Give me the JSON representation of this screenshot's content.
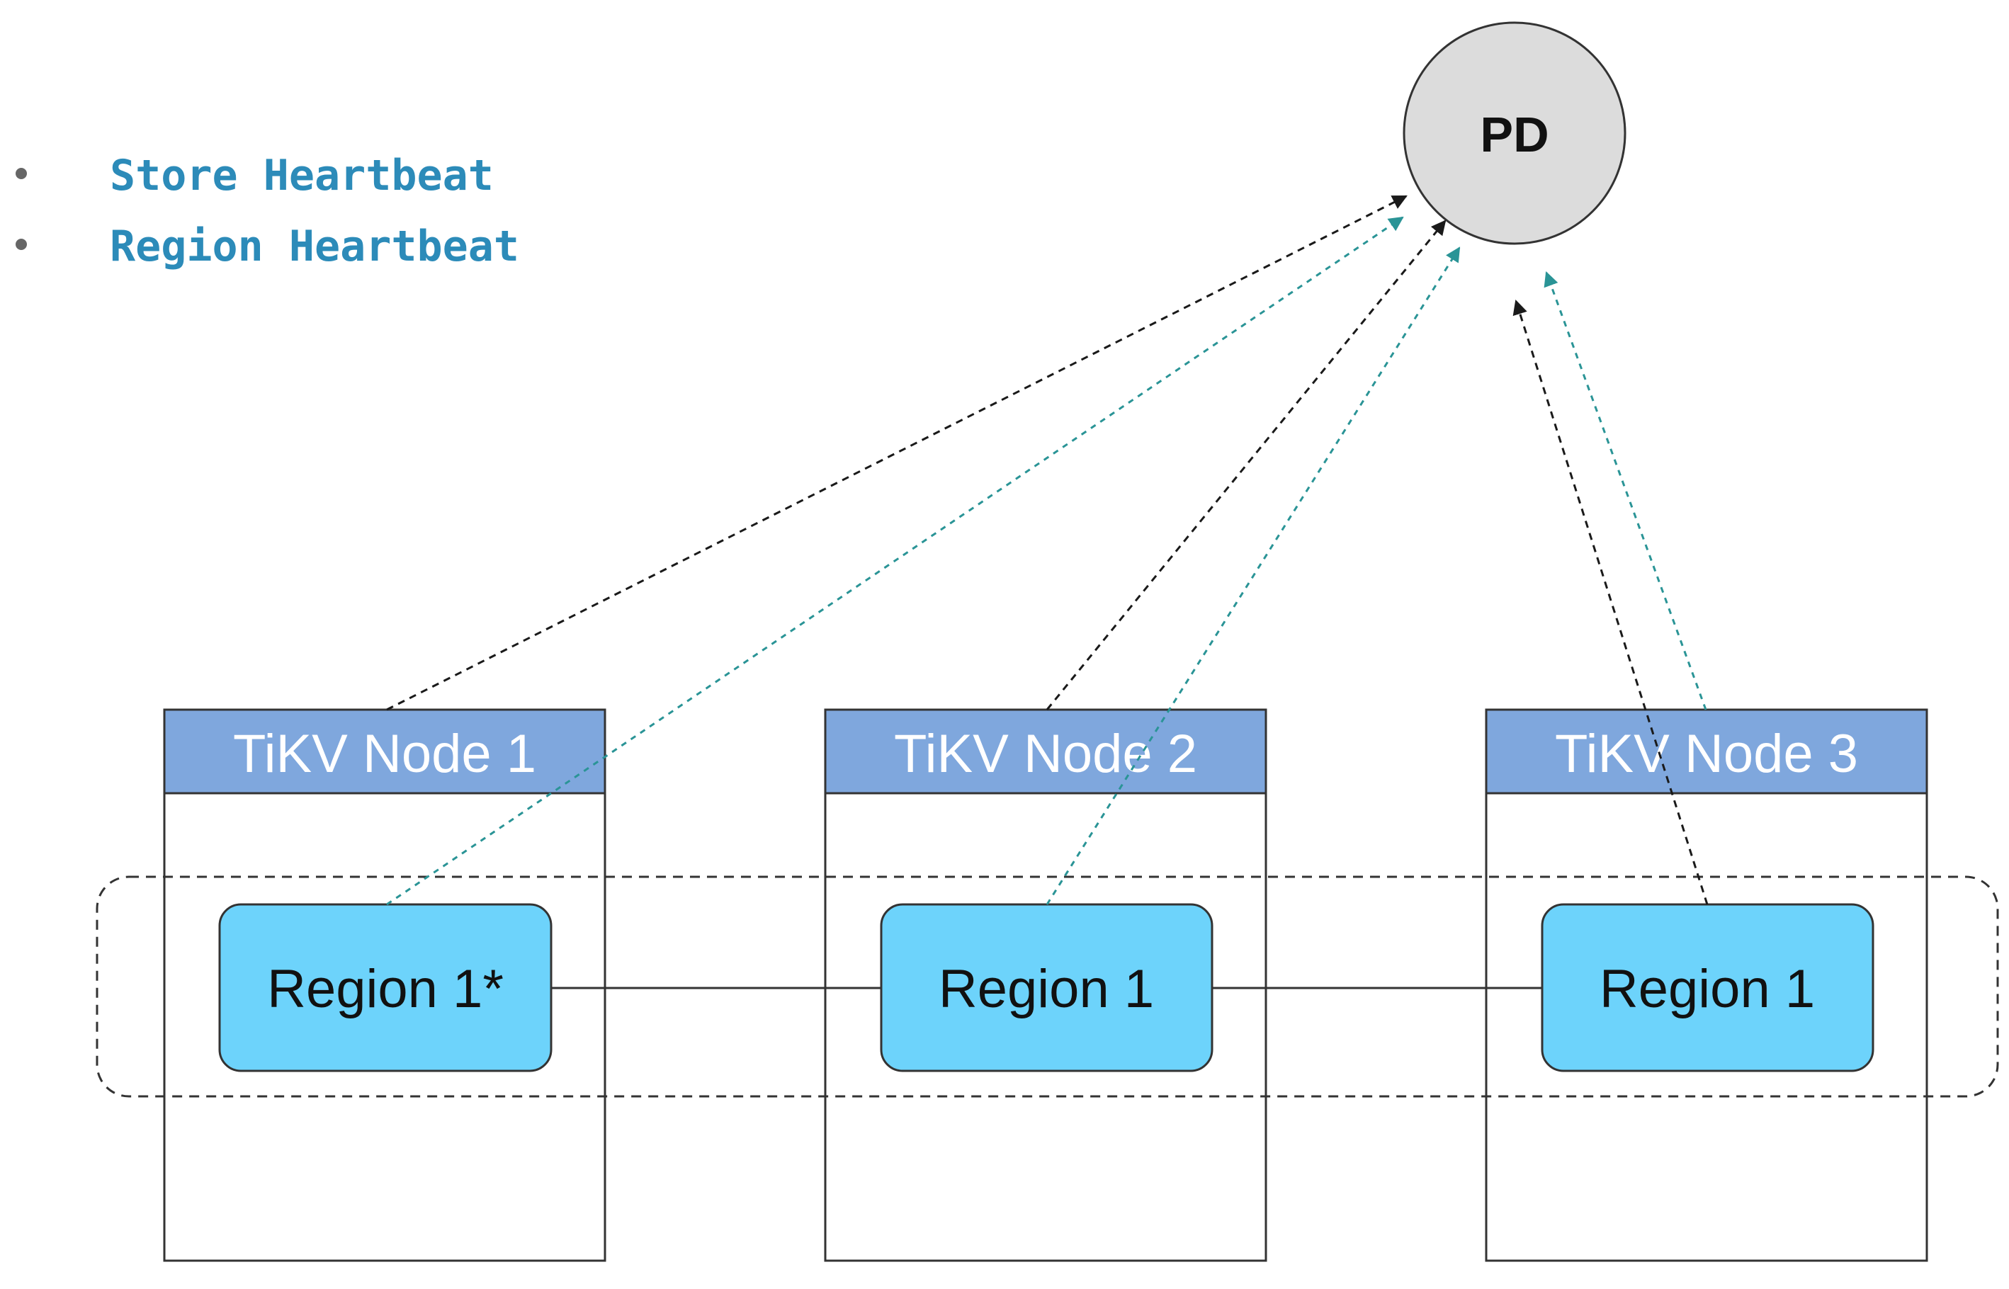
{
  "legend": {
    "items": [
      {
        "label": "Store Heartbeat"
      },
      {
        "label": "Region Heartbeat"
      }
    ]
  },
  "pd": {
    "label": "PD"
  },
  "nodes": [
    {
      "title": "TiKV Node 1",
      "region": "Region 1*"
    },
    {
      "title": "TiKV Node 2",
      "region": "Region 1"
    },
    {
      "title": "TiKV Node 3",
      "region": "Region 1"
    }
  ],
  "colors": {
    "legend_text": "#2c8bb9",
    "bullet": "#666666",
    "node_header": "#7fa7dd",
    "node_header_text": "#ffffff",
    "region_fill": "#6dd3fb",
    "pd_fill": "#dcdcdc",
    "store_arrow": "#1a1a1a",
    "region_arrow": "#2a9496",
    "outline": "#333333"
  }
}
